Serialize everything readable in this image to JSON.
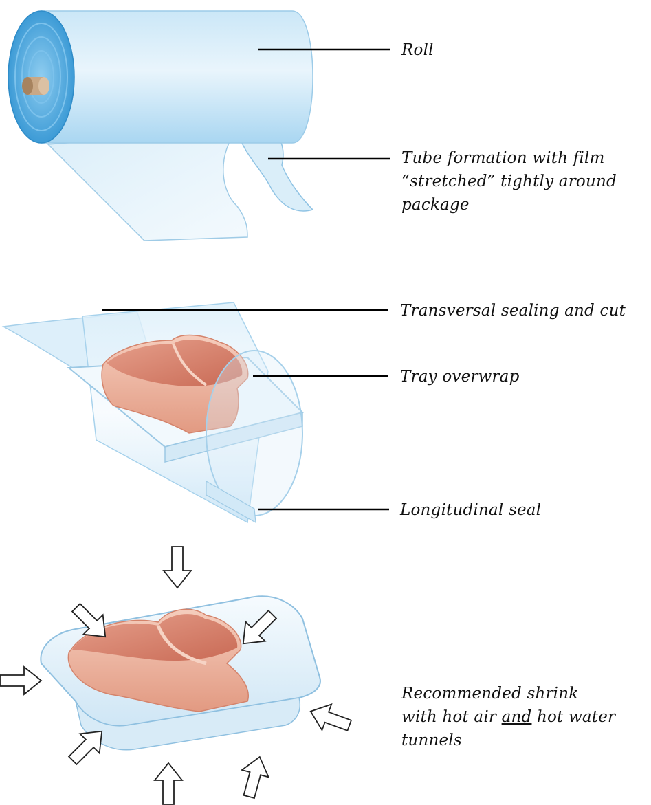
{
  "labels": {
    "roll": "Roll",
    "tube_line1": "Tube formation with film",
    "tube_line2": "“stretched” tightly around",
    "tube_line3": "package",
    "transversal": "Transversal sealing and cut",
    "tray_overwrap": "Tray overwrap",
    "longitudinal": "Longitudinal seal",
    "shrink_line1": "Recommended shrink",
    "shrink_line2_a": "with hot air ",
    "shrink_line2_b": "and",
    "shrink_line2_c": " hot water",
    "shrink_line3": "tunnels"
  },
  "colors": {
    "film": "#bfe0f4",
    "film_edge": "#6fb2dc",
    "roll_end": "#4aa6dc",
    "core": "#c9a886",
    "meat": "#c96a55",
    "fat": "#f1c4b2",
    "tray": "#e7f3fb",
    "leader": "#000000"
  }
}
